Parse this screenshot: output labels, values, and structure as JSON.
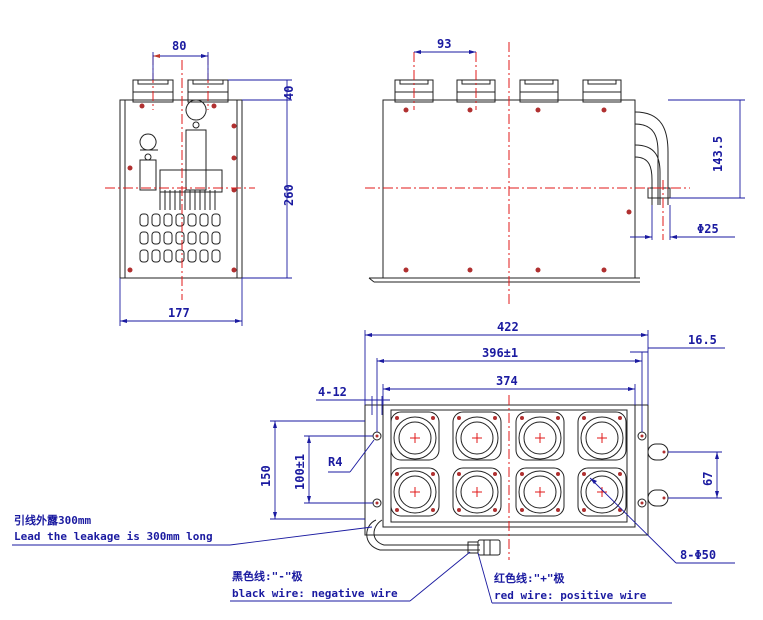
{
  "dimensions": {
    "top_left_pitch": "80",
    "top_right_pitch": "93",
    "flange_height": "40",
    "side_height": "260",
    "side_width": "177",
    "pipe_height": "143.5",
    "pipe_diameter": "Φ25",
    "overall_length": "422",
    "mount_hole_span": "396±1",
    "body_length": "374",
    "pipe_offset": "16.5",
    "slot_width": "4-12",
    "corner_radius": "R4",
    "overall_width": "150",
    "mount_hole_width": "100±1",
    "pipe_spacing": "67",
    "port_holes": "8-Φ50"
  },
  "notes": {
    "lead_cn": "引线外露300mm",
    "lead_en": "Lead the leakage is 300mm long",
    "black_cn": "黑色线:\"-\"极",
    "black_en": "black wire: negative wire",
    "red_cn": "红色线:\"+\"极",
    "red_en": "red wire: positive wire"
  },
  "colors": {
    "dimension": "#1a1aa0",
    "centerline": "#e01818",
    "outline": "#222222"
  }
}
